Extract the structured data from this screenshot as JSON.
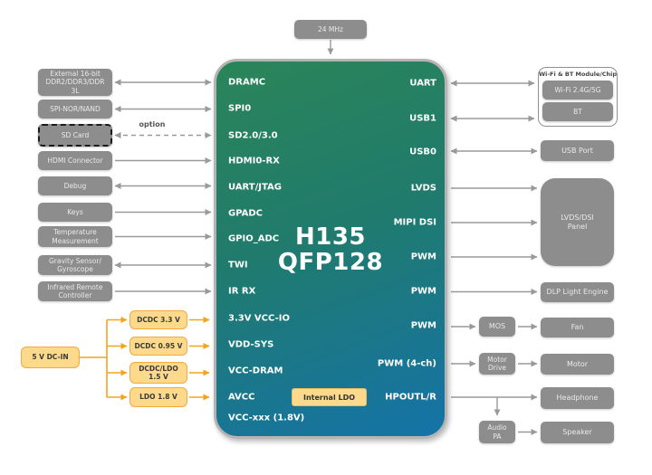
{
  "diagram": {
    "clock_label": "24 MHz",
    "option_label": "option",
    "chip": {
      "title_line1": "H135",
      "title_line2": "QFP128",
      "internal_ldo_label": "Internal LDO",
      "left_pins": [
        "DRAMC",
        "SPI0",
        "SD2.0/3.0",
        "HDMI0-RX",
        "UART/JTAG",
        "GPADC",
        "GPIO_ADC",
        "TWI",
        "IR RX",
        "3.3V VCC-IO",
        "VDD-SYS",
        "VCC-DRAM",
        "AVCC",
        "VCC-xxx (1.8V)"
      ],
      "right_pins": [
        "UART",
        "USB1",
        "USB0",
        "LVDS",
        "MIPI DSI",
        "PWM",
        "PWM",
        "PWM",
        "PWM (4-ch)",
        "HPOUTL/R"
      ]
    },
    "left_devices": [
      {
        "label": "External 16-bit\nDDR2/DDR3/DDR\n3L"
      },
      {
        "label": "SPI-NOR/NAND"
      },
      {
        "label": "SD Card",
        "optional": true
      },
      {
        "label": "HDMI Connector"
      },
      {
        "label": "Debug"
      },
      {
        "label": "Keys"
      },
      {
        "label": "Temperature\nMeasurement"
      },
      {
        "label": "Gravity Sensor/\nGyroscope"
      },
      {
        "label": "Infrared Remote\nController"
      }
    ],
    "power": {
      "input_label": "5 V DC-IN",
      "rails": [
        "DCDC 3.3 V",
        "DCDC 0.95 V",
        "DCDC/LDO\n1.5 V",
        "LDO 1.8 V"
      ]
    },
    "right_devices": {
      "wifi_bt_group_title": "Wi-Fi & BT Module/Chip",
      "wifi_label": "Wi-Fi 2.4G/5G",
      "bt_label": "BT",
      "usb_port": "USB Port",
      "panel": "LVDS/DSI\nPanel",
      "dlp": "DLP Light Engine",
      "mos": "MOS",
      "fan": "Fan",
      "motor_drive": "Motor\nDrive",
      "motor": "Motor",
      "headphone": "Headphone",
      "audio_pa": "Audio\nPA",
      "speaker": "Speaker"
    },
    "colors": {
      "chip_gradient_top": "#2b8559",
      "chip_gradient_mid": "#207b6c",
      "chip_gradient_bottom": "#1573a8",
      "device_box_gray": "#8d8d8d",
      "power_fill": "#fdd98b",
      "power_border": "#f5a940",
      "power_arrow": "#f6a41d",
      "wire_gray": "#9a9a9a",
      "internal_wire_white": "#ffffff"
    }
  }
}
